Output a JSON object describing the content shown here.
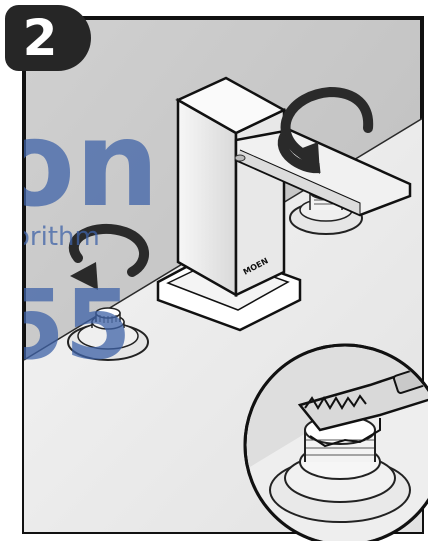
{
  "step": {
    "number": "2"
  },
  "product": {
    "brand_mark": "MOEN"
  },
  "watermark": {
    "line1": "on",
    "line2": "orithm",
    "line3": "55"
  },
  "colors": {
    "outline": "#111111",
    "badge": "#262626",
    "background": "#c8c8c8",
    "countertop": "#ececec",
    "watermark": "#3f63a8"
  },
  "icons": [
    "rotate-counterclockwise-arrow-icon",
    "rotate-clockwise-arrow-icon",
    "wrench-icon"
  ]
}
